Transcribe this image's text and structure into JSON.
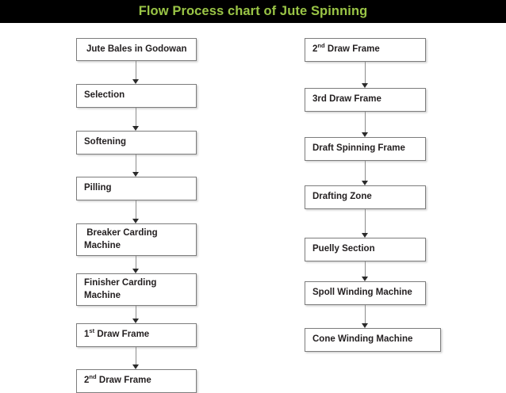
{
  "header": {
    "title": "Flow Process chart of Jute Spinning",
    "background_color": "#000000",
    "text_color": "#9ac546"
  },
  "chart_data": {
    "type": "diagram",
    "diagram_type": "flowchart",
    "title": "Flow Process chart of Jute Spinning",
    "orientation": "vertical-two-columns",
    "box_style": {
      "fill": "#ffffff",
      "border": "#7d7d7d",
      "text_color": "#231f20"
    },
    "connector_style": {
      "line_color": "#8c8c8c",
      "arrow_color": "#2b2b2b",
      "shape": "down-arrow"
    },
    "columns": [
      {
        "name": "left-column",
        "nodes": [
          {
            "id": "n1",
            "label": "Jute Bales in Godowan",
            "lines": [
              "Jute Bales in Godowan"
            ]
          },
          {
            "id": "n2",
            "label": "Selection",
            "lines": [
              "Selection"
            ]
          },
          {
            "id": "n3",
            "label": "Softening",
            "lines": [
              "Softening"
            ]
          },
          {
            "id": "n4",
            "label": "Pilling",
            "lines": [
              "Pilling"
            ]
          },
          {
            "id": "n5",
            "label": "Breaker Carding Machine",
            "lines": [
              " Breaker Carding",
              "Machine"
            ]
          },
          {
            "id": "n6",
            "label": "Finisher Carding Machine",
            "lines": [
              "Finisher Carding",
              "Machine"
            ]
          },
          {
            "id": "n7",
            "label": "1st Draw Frame",
            "lines": [
              "1st Draw Frame"
            ],
            "superscript": {
              "base": "1",
              "sup": "st",
              "rest": " Draw Frame"
            }
          },
          {
            "id": "n8",
            "label": "2nd Draw Frame",
            "lines": [
              "2nd Draw Frame"
            ],
            "superscript": {
              "base": "2",
              "sup": "nd",
              "rest": " Draw Frame"
            }
          }
        ]
      },
      {
        "name": "right-column",
        "nodes": [
          {
            "id": "m1",
            "label": "2nd Draw Frame",
            "lines": [
              "2nd Draw Frame"
            ],
            "superscript": {
              "base": "2",
              "sup": "nd",
              "rest": " Draw Frame"
            }
          },
          {
            "id": "m2",
            "label": "3rd Draw Frame",
            "lines": [
              "3rd Draw Frame"
            ]
          },
          {
            "id": "m3",
            "label": "Draft Spinning Frame",
            "lines": [
              "Draft Spinning Frame"
            ]
          },
          {
            "id": "m4",
            "label": "Drafting Zone",
            "lines": [
              "Drafting Zone"
            ]
          },
          {
            "id": "m5",
            "label": "Puelly Section",
            "lines": [
              "Puelly Section"
            ]
          },
          {
            "id": "m6",
            "label": "Spoll Winding Machine",
            "lines": [
              "Spoll Winding Machine"
            ]
          },
          {
            "id": "m7",
            "label": "Cone Winding Machine",
            "lines": [
              "Cone Winding Machine"
            ]
          }
        ]
      }
    ],
    "edges": [
      {
        "from": "n1",
        "to": "n2"
      },
      {
        "from": "n2",
        "to": "n3"
      },
      {
        "from": "n3",
        "to": "n4"
      },
      {
        "from": "n4",
        "to": "n5"
      },
      {
        "from": "n5",
        "to": "n6"
      },
      {
        "from": "n6",
        "to": "n7"
      },
      {
        "from": "n7",
        "to": "n8"
      },
      {
        "from": "m1",
        "to": "m2"
      },
      {
        "from": "m2",
        "to": "m3"
      },
      {
        "from": "m3",
        "to": "m4"
      },
      {
        "from": "m4",
        "to": "m5"
      },
      {
        "from": "m5",
        "to": "m6"
      },
      {
        "from": "m6",
        "to": "m7"
      }
    ]
  },
  "left": {
    "b1": {
      "l1": "Jute Bales in Godowan"
    },
    "b2": {
      "l1": "Selection"
    },
    "b3": {
      "l1": "Softening"
    },
    "b4": {
      "l1": "Pilling"
    },
    "b5": {
      "l1": " Breaker Carding",
      "l2": "Machine"
    },
    "b6": {
      "l1": "Finisher Carding",
      "l2": "Machine"
    },
    "b7": {
      "num": "1",
      "sup": "st",
      "rest": " Draw Frame"
    },
    "b8": {
      "num": "2",
      "sup": "nd",
      "rest": " Draw Frame"
    }
  },
  "right": {
    "b1": {
      "num": "2",
      "sup": "nd",
      "rest": " Draw Frame"
    },
    "b2": {
      "l1": "3rd Draw Frame"
    },
    "b3": {
      "l1": "Draft Spinning Frame"
    },
    "b4": {
      "l1": "Drafting Zone"
    },
    "b5": {
      "l1": "Puelly Section"
    },
    "b6": {
      "l1": "Spoll Winding Machine"
    },
    "b7": {
      "l1": "Cone Winding Machine"
    }
  }
}
